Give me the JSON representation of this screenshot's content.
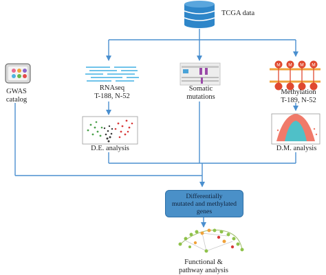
{
  "source": {
    "label": "TCGA data"
  },
  "gwas": {
    "line1": "GWAS",
    "line2": "catalog"
  },
  "rnaseq": {
    "line1": "RNAseq",
    "line2": "T-188, N-52"
  },
  "somatic": {
    "line1": "Somatic",
    "line2": "mutations"
  },
  "methylation": {
    "line1": "Methylation",
    "line2": "T-189, N-52",
    "marker_letter": "M"
  },
  "de_analysis": {
    "label": "D.E. analysis"
  },
  "dm_analysis": {
    "label": "D.M. analysis"
  },
  "result_box": {
    "line1": "Differentially",
    "line2": "mutated and methylated",
    "line3": "genes"
  },
  "functional": {
    "line1": "Functional &",
    "line2": "pathway analysis"
  },
  "colors": {
    "arrow": "#4a8fcf",
    "box_fill": "#4a90c8",
    "database": "#2e86c9",
    "methyl_marker": "#e0492f"
  }
}
